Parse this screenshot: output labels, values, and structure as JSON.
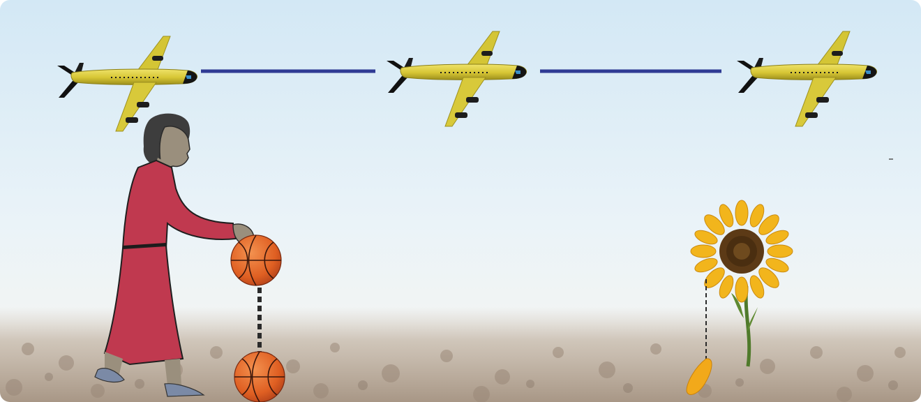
{
  "scene": {
    "sky_top_color": "#d3e8f5",
    "sky_bottom_color": "#f1f6f9",
    "ground_color": "#b8a898",
    "plane_color": "#d9cc3a",
    "plane_tail_color": "#1c1c1c",
    "track_line_color": "#2f3b94",
    "dress_color": "#c0394f",
    "ball_color": "#e0692e",
    "sunflower_petal_color": "#f2b51c",
    "sunflower_center_color": "#5c3a16",
    "stem_color": "#4f7a2b",
    "airplanes": [
      {
        "name": "airplane-1"
      },
      {
        "name": "airplane-2"
      },
      {
        "name": "airplane-3"
      }
    ],
    "icons": [
      "airplane-icon",
      "basketball-icon",
      "sunflower-icon",
      "falling-petal-icon",
      "person-icon"
    ]
  }
}
